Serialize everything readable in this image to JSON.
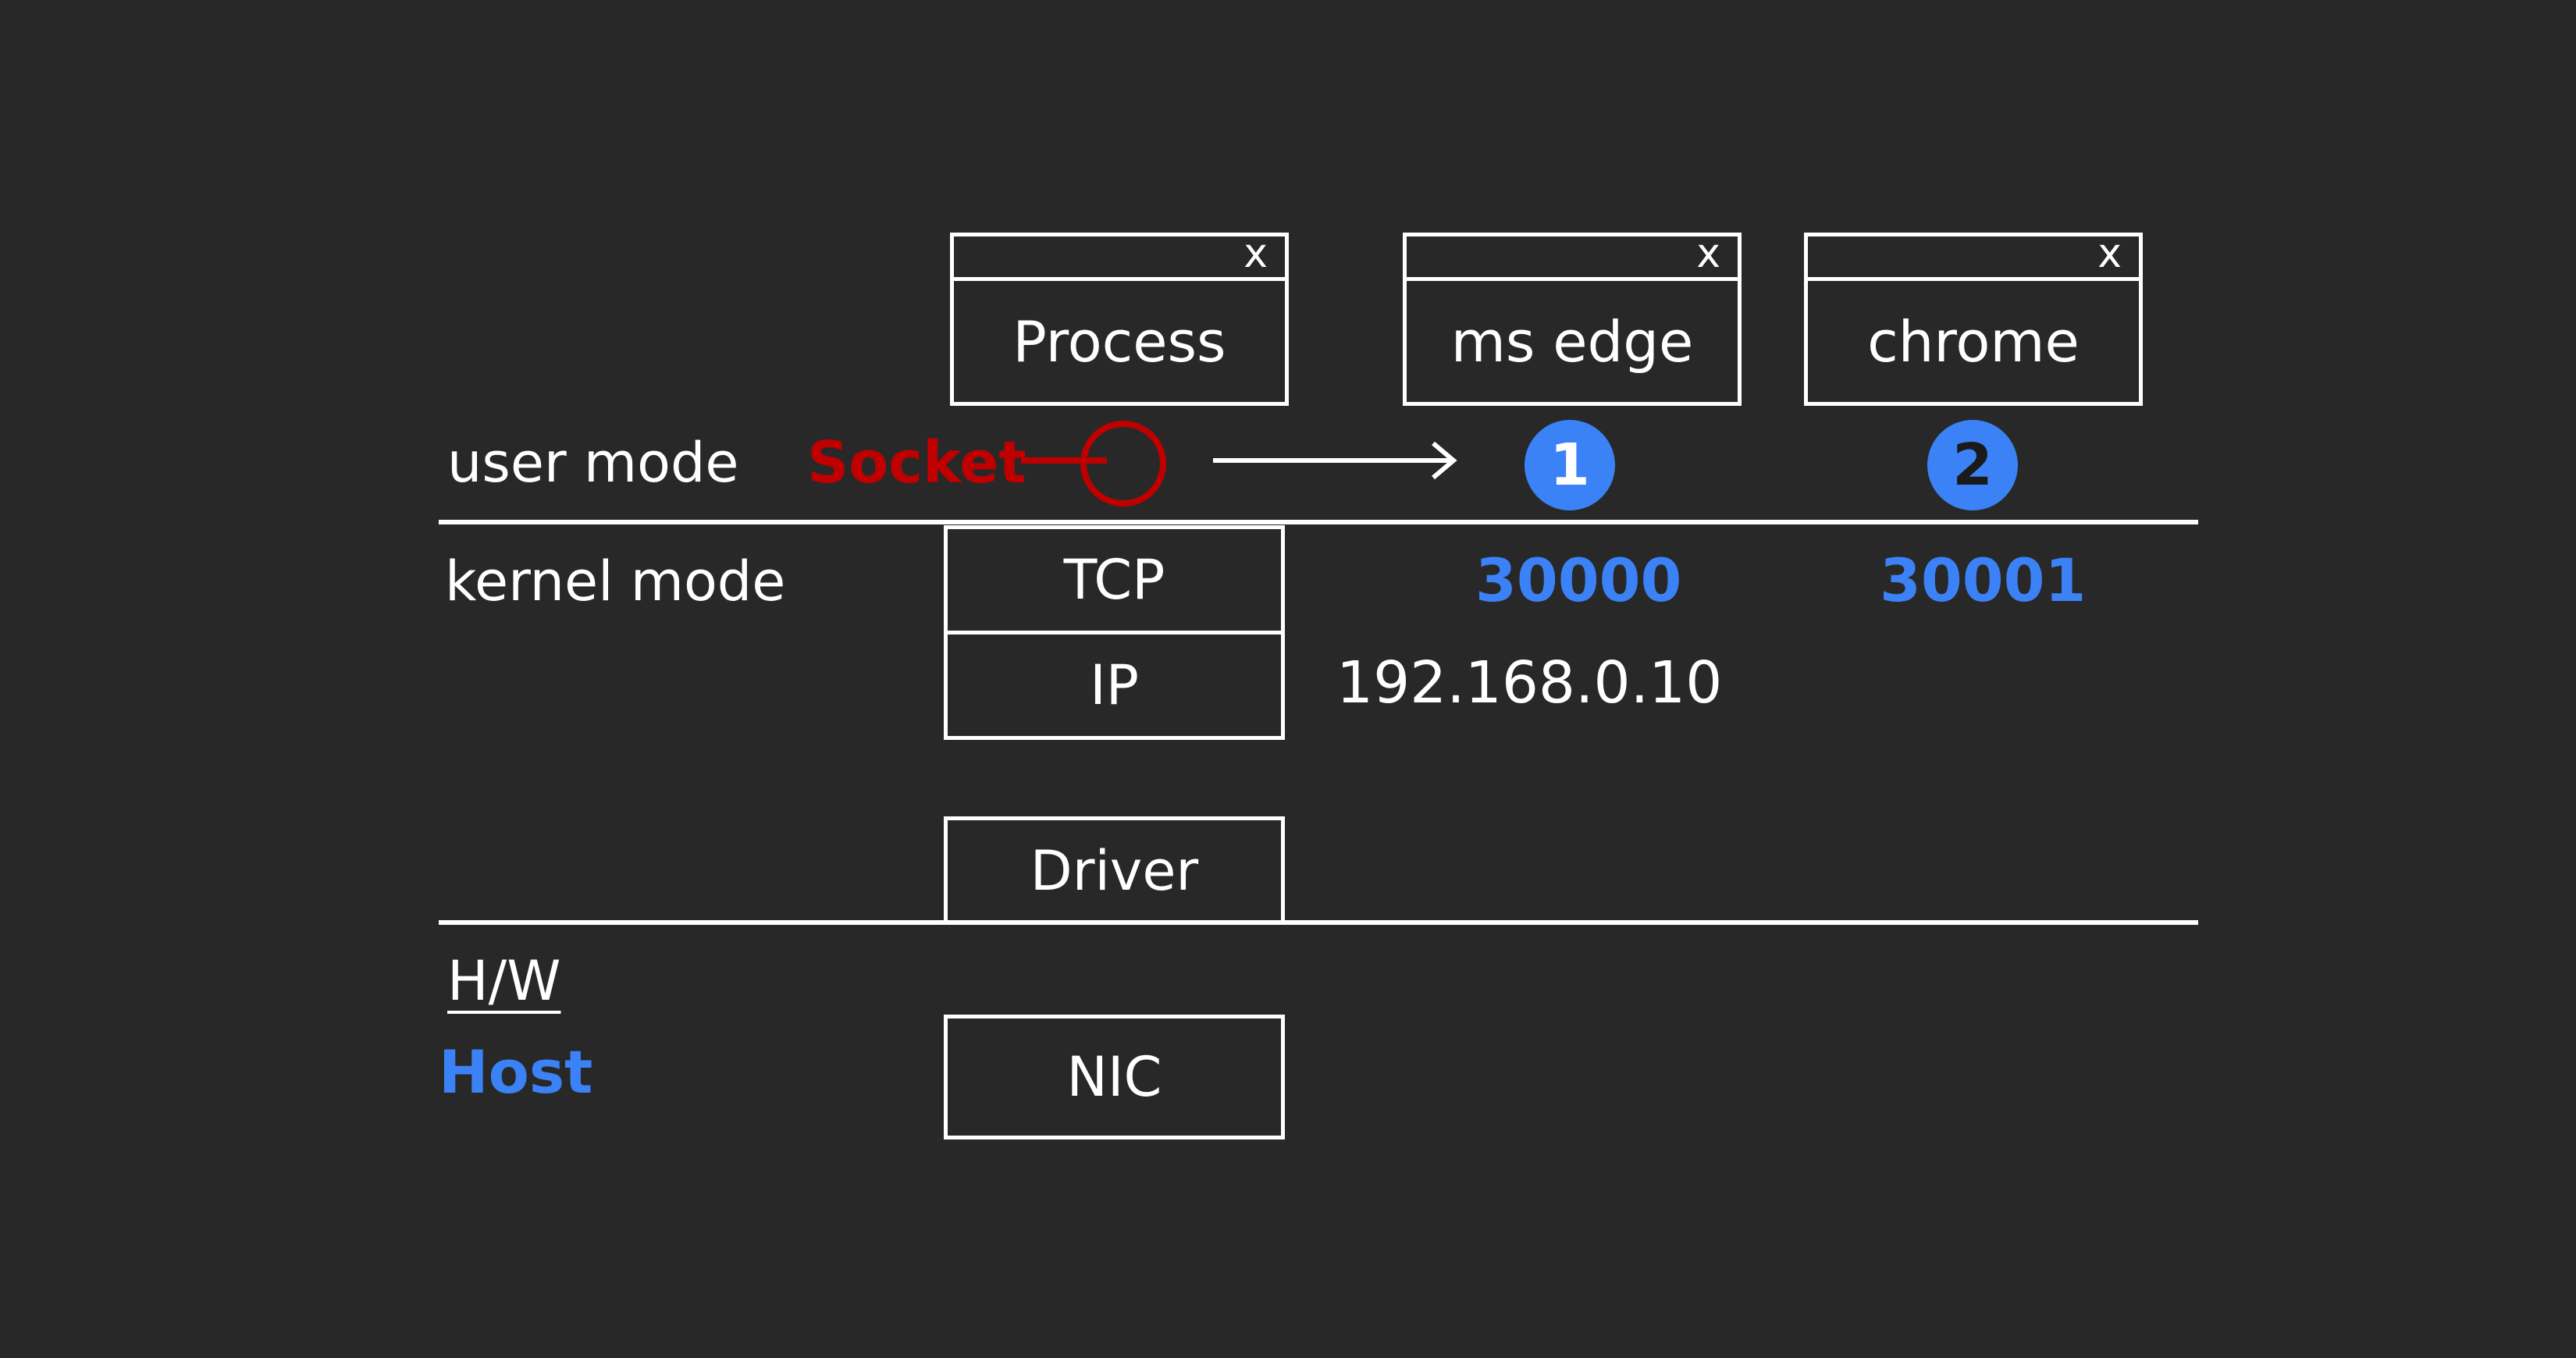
{
  "colors": {
    "background": "#282828",
    "foreground": "#ffffff",
    "accent_blue": "#3b82f6",
    "socket_red": "#c00000"
  },
  "labels": {
    "user_mode": "user mode",
    "kernel_mode": "kernel mode",
    "hw": "H/W",
    "host": "Host",
    "socket": "Socket",
    "ip_address": "192.168.0.10"
  },
  "windows": [
    {
      "title": "Process",
      "close": "x"
    },
    {
      "title": "ms edge",
      "close": "x"
    },
    {
      "title": "chrome",
      "close": "x"
    }
  ],
  "stack": {
    "tcp": "TCP",
    "ip": "IP",
    "driver": "Driver",
    "nic": "NIC"
  },
  "markers": [
    {
      "number": "1",
      "port": "30000"
    },
    {
      "number": "2",
      "port": "30001"
    }
  ]
}
